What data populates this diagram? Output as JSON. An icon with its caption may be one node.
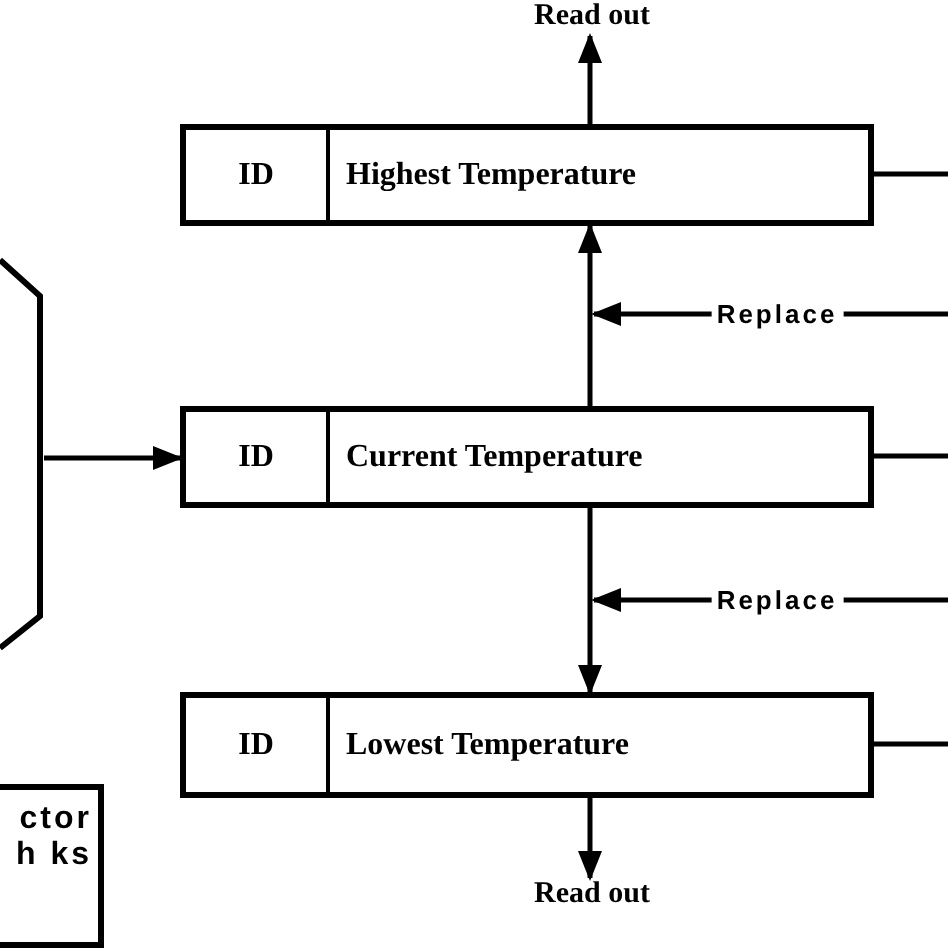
{
  "diagram": {
    "nodes": [
      {
        "text": [],
        "shape": "hexagon"
      },
      {
        "text": [
          "ID",
          "Highest Temperature"
        ]
      },
      {
        "text": [
          "ID",
          "Current Temperature"
        ]
      },
      {
        "text": [
          "ID",
          "Lowest Temperature"
        ]
      },
      {
        "text": [
          "ctor h ks"
        ]
      },
      {
        "text": [
          "Read out"
        ]
      },
      {
        "text": [
          "Read out"
        ]
      }
    ],
    "edges": [
      {
        "from": 0,
        "to": 2,
        "arrow": "to"
      },
      {
        "from": 2,
        "to": 1,
        "arrow": "to"
      },
      {
        "from": 2,
        "to": 3,
        "arrow": "to"
      },
      {
        "from": 1,
        "to": 5,
        "arrow": "to"
      },
      {
        "from": 3,
        "to": 6,
        "arrow": "to"
      },
      {
        "from": null,
        "to": 1,
        "arrow": "to",
        "label": "Replace"
      },
      {
        "from": null,
        "to": 3,
        "arrow": "to",
        "label": "Replace"
      },
      {
        "from": 1,
        "to": null,
        "arrow": "none"
      },
      {
        "from": 2,
        "to": null,
        "arrow": "none"
      },
      {
        "from": 3,
        "to": null,
        "arrow": "none"
      }
    ]
  }
}
